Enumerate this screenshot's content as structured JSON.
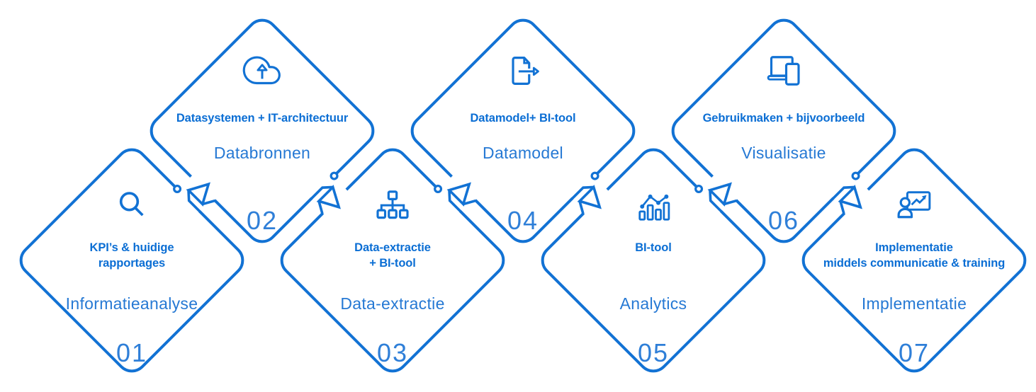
{
  "diagram": {
    "kind": "process-flow",
    "language": "nl",
    "step_count": 7
  },
  "colors": {
    "outline_blue": "#1272d4",
    "title_blue": "#0b6ed4",
    "subtitle_blue": "#2679d4",
    "number_blue": "#2f7fd8",
    "background": "#ffffff"
  },
  "steps": [
    {
      "number": "01",
      "title": "KPI’s & huidige\nrapportages",
      "subtitle": "Informatieanalyse",
      "icon": "search-icon",
      "row": "bottom"
    },
    {
      "number": "02",
      "title": "Datasystemen + IT-architectuur",
      "subtitle": "Databronnen",
      "icon": "cloud-upload-icon",
      "row": "top"
    },
    {
      "number": "03",
      "title": "Data-extractie\n+ BI-tool",
      "subtitle": "Data-extractie",
      "icon": "sitemap-icon",
      "row": "bottom"
    },
    {
      "number": "04",
      "title": "Datamodel+ BI-tool",
      "subtitle": "Datamodel",
      "icon": "file-export-icon",
      "row": "top"
    },
    {
      "number": "05",
      "title": "BI-tool",
      "subtitle": "Analytics",
      "icon": "bar-line-chart-icon",
      "row": "bottom"
    },
    {
      "number": "06",
      "title": "Gebruikmaken + bijvoorbeeld",
      "subtitle": "Visualisatie",
      "icon": "devices-icon",
      "row": "top"
    },
    {
      "number": "07",
      "title": "Implementatie\nmiddels communicatie & training",
      "subtitle": "Implementatie",
      "icon": "presenter-board-icon",
      "row": "bottom"
    }
  ],
  "connectors": [
    {
      "from": "01",
      "to": "02",
      "direction": "up"
    },
    {
      "from": "02",
      "to": "03",
      "direction": "down"
    },
    {
      "from": "03",
      "to": "04",
      "direction": "up"
    },
    {
      "from": "04",
      "to": "05",
      "direction": "down"
    },
    {
      "from": "05",
      "to": "06",
      "direction": "up"
    },
    {
      "from": "06",
      "to": "07",
      "direction": "down"
    }
  ]
}
